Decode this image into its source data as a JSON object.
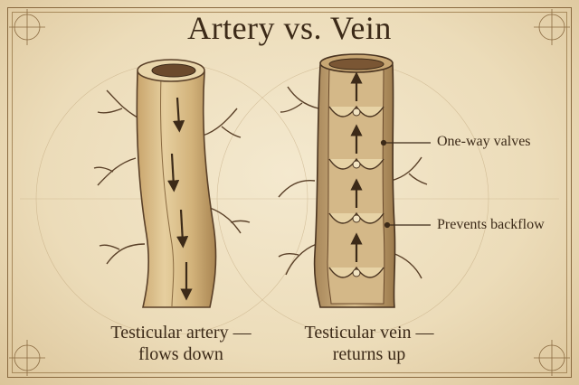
{
  "title": "Artery vs. Vein",
  "artery": {
    "caption_line1": "Testicular artery —",
    "caption_line2": "flows down"
  },
  "vein": {
    "caption_line1": "Testicular vein —",
    "caption_line2": "returns up"
  },
  "callouts": {
    "valves": "One-way valves",
    "backflow": "Prevents backflow"
  },
  "colors": {
    "ink": "#3c2a18",
    "vessel_fill": "#d9bd8a",
    "vessel_shade": "#b8955e",
    "paper": "#efe2c4"
  }
}
